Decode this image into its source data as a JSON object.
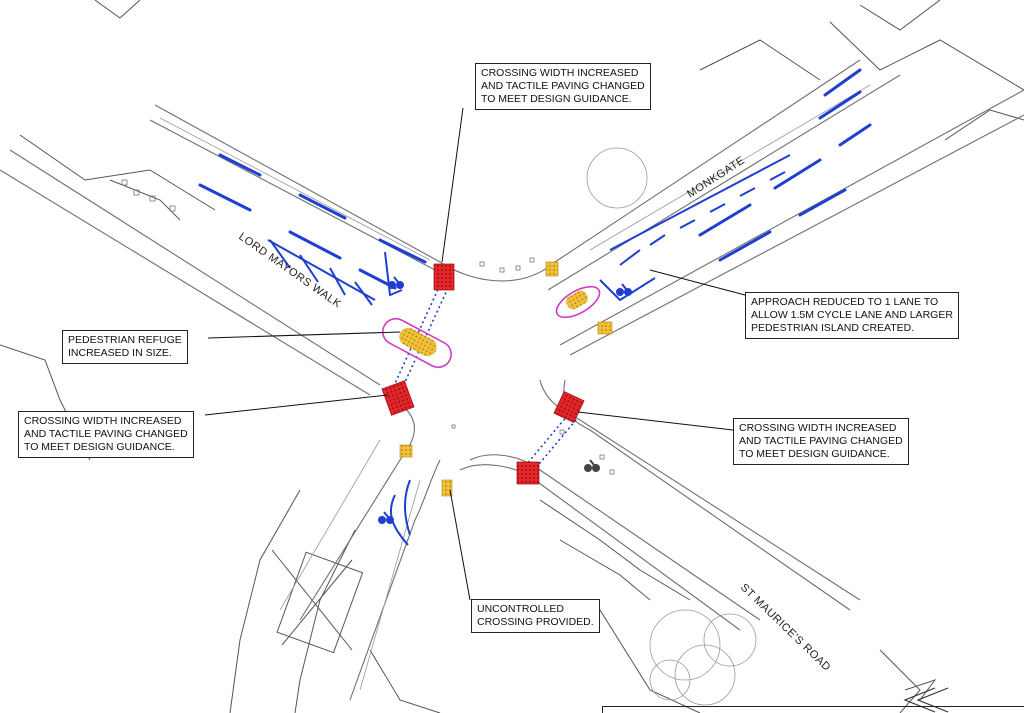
{
  "drawing": {
    "streets": {
      "monkgate": "MONKGATE",
      "lord_mayors_walk": "LORD MAYORS WALK",
      "st_maurices_road": "ST MAURICE'S ROAD"
    },
    "annotations": {
      "north_crossing": [
        "CROSSING WIDTH INCREASED",
        "AND TACTILE PAVING CHANGED",
        "TO MEET DESIGN GUIDANCE."
      ],
      "refuge": [
        "PEDESTRIAN REFUGE",
        "INCREASED IN SIZE."
      ],
      "west_crossing": [
        "CROSSING WIDTH INCREASED",
        "AND TACTILE PAVING CHANGED",
        "TO MEET DESIGN GUIDANCE."
      ],
      "approach": [
        "APPROACH REDUCED TO 1 LANE TO",
        "ALLOW 1.5M CYCLE LANE AND LARGER",
        "PEDESTRIAN ISLAND CREATED."
      ],
      "east_crossing": [
        "CROSSING WIDTH INCREASED",
        "AND TACTILE PAVING CHANGED",
        "TO MEET DESIGN GUIDANCE."
      ],
      "uncontrolled": [
        "UNCONTROLLED",
        "CROSSING PROVIDED."
      ]
    },
    "colors": {
      "road_marking": "#1f3fd1",
      "tactile_red": "#e3262a",
      "tactile_amber": "#f0c03a",
      "island_outline": "#d23cc4",
      "linework": "#6f6f6f"
    },
    "icons": [
      "cycle-symbol-icon",
      "north-arrow-icon"
    ]
  }
}
